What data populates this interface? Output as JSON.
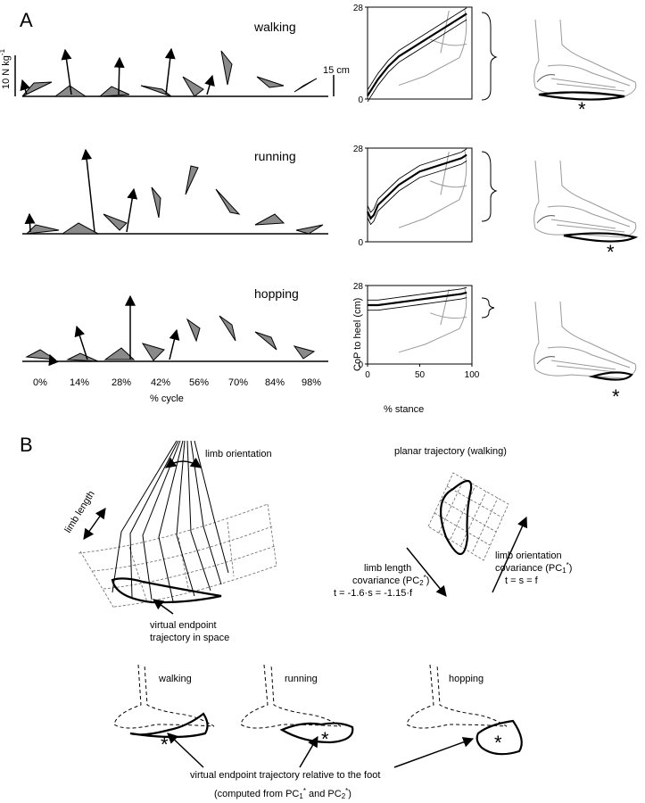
{
  "panel_A": {
    "label": "A",
    "scale_force": "10 N kg",
    "scale_force_exp": "-1",
    "scale_length": "15 cm",
    "rows": [
      {
        "gait": "walking"
      },
      {
        "gait": "running"
      },
      {
        "gait": "hopping"
      }
    ],
    "cycle_ticks": [
      "0%",
      "14%",
      "28%",
      "42%",
      "56%",
      "70%",
      "84%",
      "98%"
    ],
    "cycle_xlabel": "% cycle",
    "cop_ylabel": "CoP to heel (cm)",
    "cop_xlabel": "% stance",
    "footprint_marker": "*"
  },
  "panel_B": {
    "label": "B",
    "limb_orientation": "limb orientation",
    "limb_length": "limb length",
    "virtual_endpoint_space_l1": "virtual endpoint",
    "virtual_endpoint_space_l2": "trajectory in space",
    "planar_title": "planar trajectory (walking)",
    "orient_cov_l1": "limb orientation",
    "orient_cov_l2": "covariance (PC",
    "orient_cov_sub": "1",
    "orient_cov_sup": "*",
    "orient_cov_close": ")",
    "orient_eq": "t = s = f",
    "length_cov_l1": "limb length",
    "length_cov_l2": "covariance (PC",
    "length_cov_sub": "2",
    "length_cov_sup": "*",
    "length_cov_close": ")",
    "length_eq": "t = -1.6·s = -1.15·f",
    "bottom_gaits": [
      "walking",
      "running",
      "hopping"
    ],
    "rel_foot_caption": "virtual endpoint trajectory relative to the foot",
    "computed_prefix": "(computed from PC",
    "computed_sub1": "1",
    "computed_sup1": "*",
    "computed_and": " and PC",
    "computed_sub2": "2",
    "computed_sup2": "*",
    "computed_close": ")",
    "marker": "*"
  },
  "chart_data": [
    {
      "type": "line",
      "gait": "walking",
      "xlim": [
        0,
        100
      ],
      "ylim": [
        0,
        28
      ],
      "x_ticks": [
        0,
        50,
        100
      ],
      "y_ticks": [
        0,
        28
      ],
      "series": [
        {
          "x": [
            0,
            10,
            20,
            30,
            40,
            50,
            60,
            70,
            80,
            90,
            95
          ],
          "y": [
            1,
            6,
            10,
            13,
            15,
            17,
            19,
            21,
            23,
            25,
            26
          ]
        }
      ]
    },
    {
      "type": "line",
      "gait": "running",
      "xlim": [
        0,
        100
      ],
      "ylim": [
        0,
        28
      ],
      "x_ticks": [
        0,
        50,
        100
      ],
      "y_ticks": [
        0,
        28
      ],
      "series": [
        {
          "x": [
            0,
            3,
            6,
            10,
            20,
            30,
            40,
            50,
            60,
            70,
            80,
            90,
            95
          ],
          "y": [
            9,
            7,
            8,
            11,
            14,
            17,
            19,
            21,
            22,
            23,
            24,
            25,
            26
          ]
        }
      ]
    },
    {
      "type": "line",
      "gait": "hopping",
      "xlim": [
        0,
        100
      ],
      "ylim": [
        0,
        28
      ],
      "x_ticks": [
        0,
        50,
        100
      ],
      "y_ticks": [
        0,
        28
      ],
      "series": [
        {
          "x": [
            0,
            10,
            20,
            30,
            40,
            50,
            60,
            70,
            80,
            90,
            95
          ],
          "y": [
            21,
            21,
            21.5,
            22,
            22.5,
            23,
            23.5,
            24,
            24.5,
            25,
            25.5
          ]
        }
      ]
    }
  ]
}
